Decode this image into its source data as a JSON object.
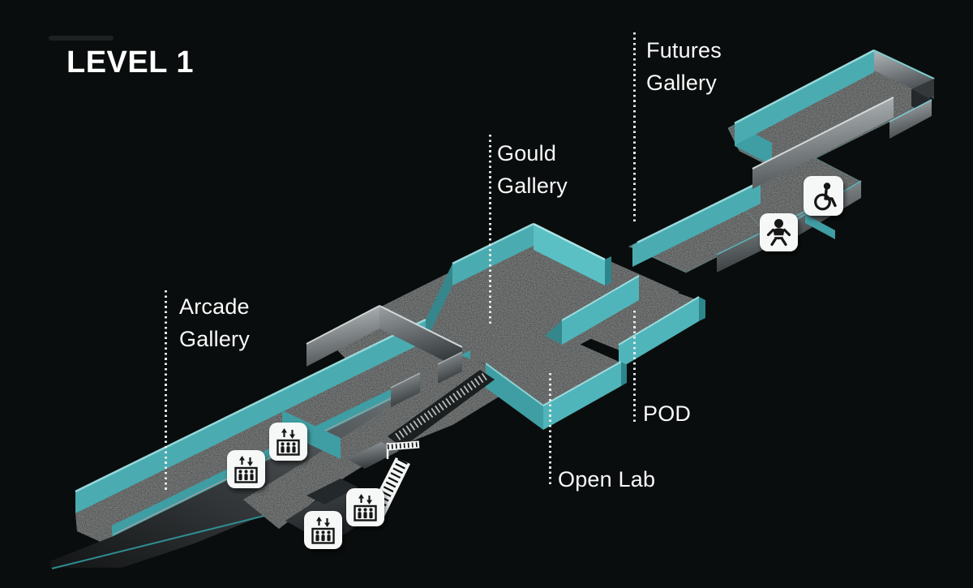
{
  "title": "LEVEL 1",
  "map": {
    "labels": {
      "futures": {
        "lines": [
          "Futures",
          "Gallery"
        ]
      },
      "gould": {
        "lines": [
          "Gould",
          "Gallery"
        ]
      },
      "arcade": {
        "lines": [
          "Arcade",
          "Gallery"
        ]
      },
      "pod": {
        "lines": [
          "POD"
        ]
      },
      "open_lab": {
        "lines": [
          "Open Lab"
        ]
      }
    },
    "icons": {
      "elevator": {
        "name": "elevator-icon",
        "count": 4
      },
      "stairs": {
        "name": "stairs-icon",
        "count": 1
      },
      "accessible": {
        "name": "wheelchair-accessible-icon",
        "count": 1
      },
      "baby_change": {
        "name": "baby-change-icon",
        "count": 1
      }
    },
    "colors": {
      "background": "#0a0d0d",
      "floor": "#2d3131",
      "wall_teal_face": "#4aacb1",
      "wall_teal_bright": "#5ac0c4",
      "wall_teal_top": "#98d8da",
      "wall_gray_light": "#b5bbbe",
      "wall_gray_dark": "#3c4143",
      "icon_background": "#f6f7f7",
      "icon_glyph": "#161616",
      "label_text": "#fafafa"
    }
  }
}
